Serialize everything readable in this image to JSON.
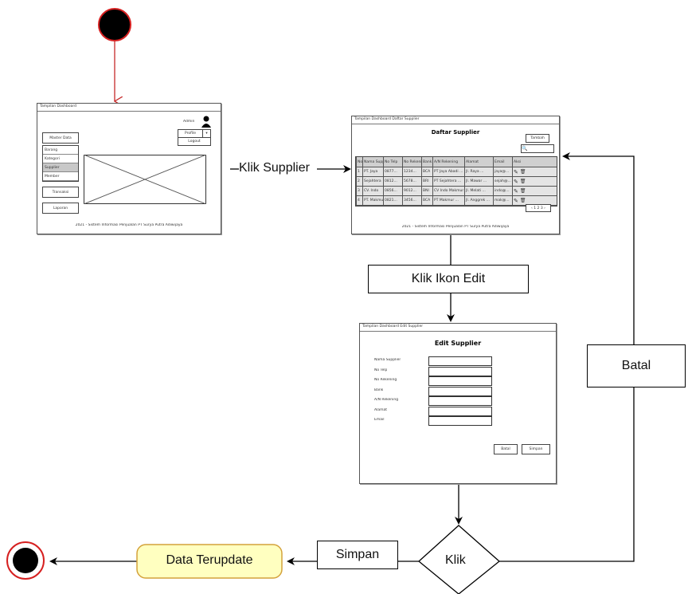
{
  "dashboard": {
    "title": "Tampilan Dashboard",
    "user_label": "Admin",
    "menu_master": "Master Data",
    "menu_items": [
      "Barang",
      "Kategori",
      "Supplier",
      "Member"
    ],
    "btn_transaksi": "Transaksi",
    "btn_laporan": "Laporan",
    "profile": "Profile",
    "logout": "Logout",
    "footer": "2021 - Sistem Informasi Penjualan PT Surya Putra Adiwijaya"
  },
  "supplier_list": {
    "title": "Tampilan Dashboard Daftar Supplier",
    "heading": "Daftar Supplier",
    "add_button": "Tambah",
    "columns": [
      "No",
      "Nama Supplier",
      "No Telp",
      "No Rekening",
      "Bank",
      "A/N Rekening",
      "Alamat",
      "Email",
      "Aksi"
    ],
    "rows": [
      [
        "1",
        "PT. Jaya",
        "0877...",
        "1234...",
        "BCA",
        "PT Jaya Abadi ...",
        "Jl. Raya ...",
        "jaya@...",
        ""
      ],
      [
        "2",
        "Sejahtera",
        "0812...",
        "5678...",
        "BRI",
        "PT Sejahtera ...",
        "Jl. Mawar ...",
        "sejah@...",
        ""
      ],
      [
        "3",
        "CV. Indo",
        "0856...",
        "9012...",
        "BNI",
        "CV Indo Makmur",
        "Jl. Melati ...",
        "indo@...",
        ""
      ],
      [
        "4",
        "PT. Makmur",
        "0821...",
        "3456...",
        "BCA",
        "PT Makmur ...",
        "Jl. Anggrek ...",
        "mak@...",
        ""
      ]
    ],
    "footer": "2021 - Sistem Informasi Penjualan PT Surya Putra Adiwijaya"
  },
  "edit_supplier": {
    "title": "Tampilan Dashboard Edit Supplier",
    "heading": "Edit Supplier",
    "fields": [
      "Nama Supplier",
      "No Telp",
      "No Rekening",
      "Bank",
      "A/N Rekening",
      "Alamat",
      "Email"
    ],
    "btn_batal": "Batal",
    "btn_simpan": "Simpan"
  },
  "flow": {
    "klik_supplier": "Klik Supplier",
    "klik_ikon_edit": "Klik Ikon Edit",
    "batal": "Batal",
    "klik": "Klik",
    "simpan": "Simpan",
    "data_terupdate": "Data Terupdate"
  },
  "colors": {
    "start_fill": "#000000",
    "start_stroke": "#d62020",
    "arrow_red": "#c62828",
    "state_fill": "#ffffc0",
    "state_stroke": "#d4a23a"
  }
}
